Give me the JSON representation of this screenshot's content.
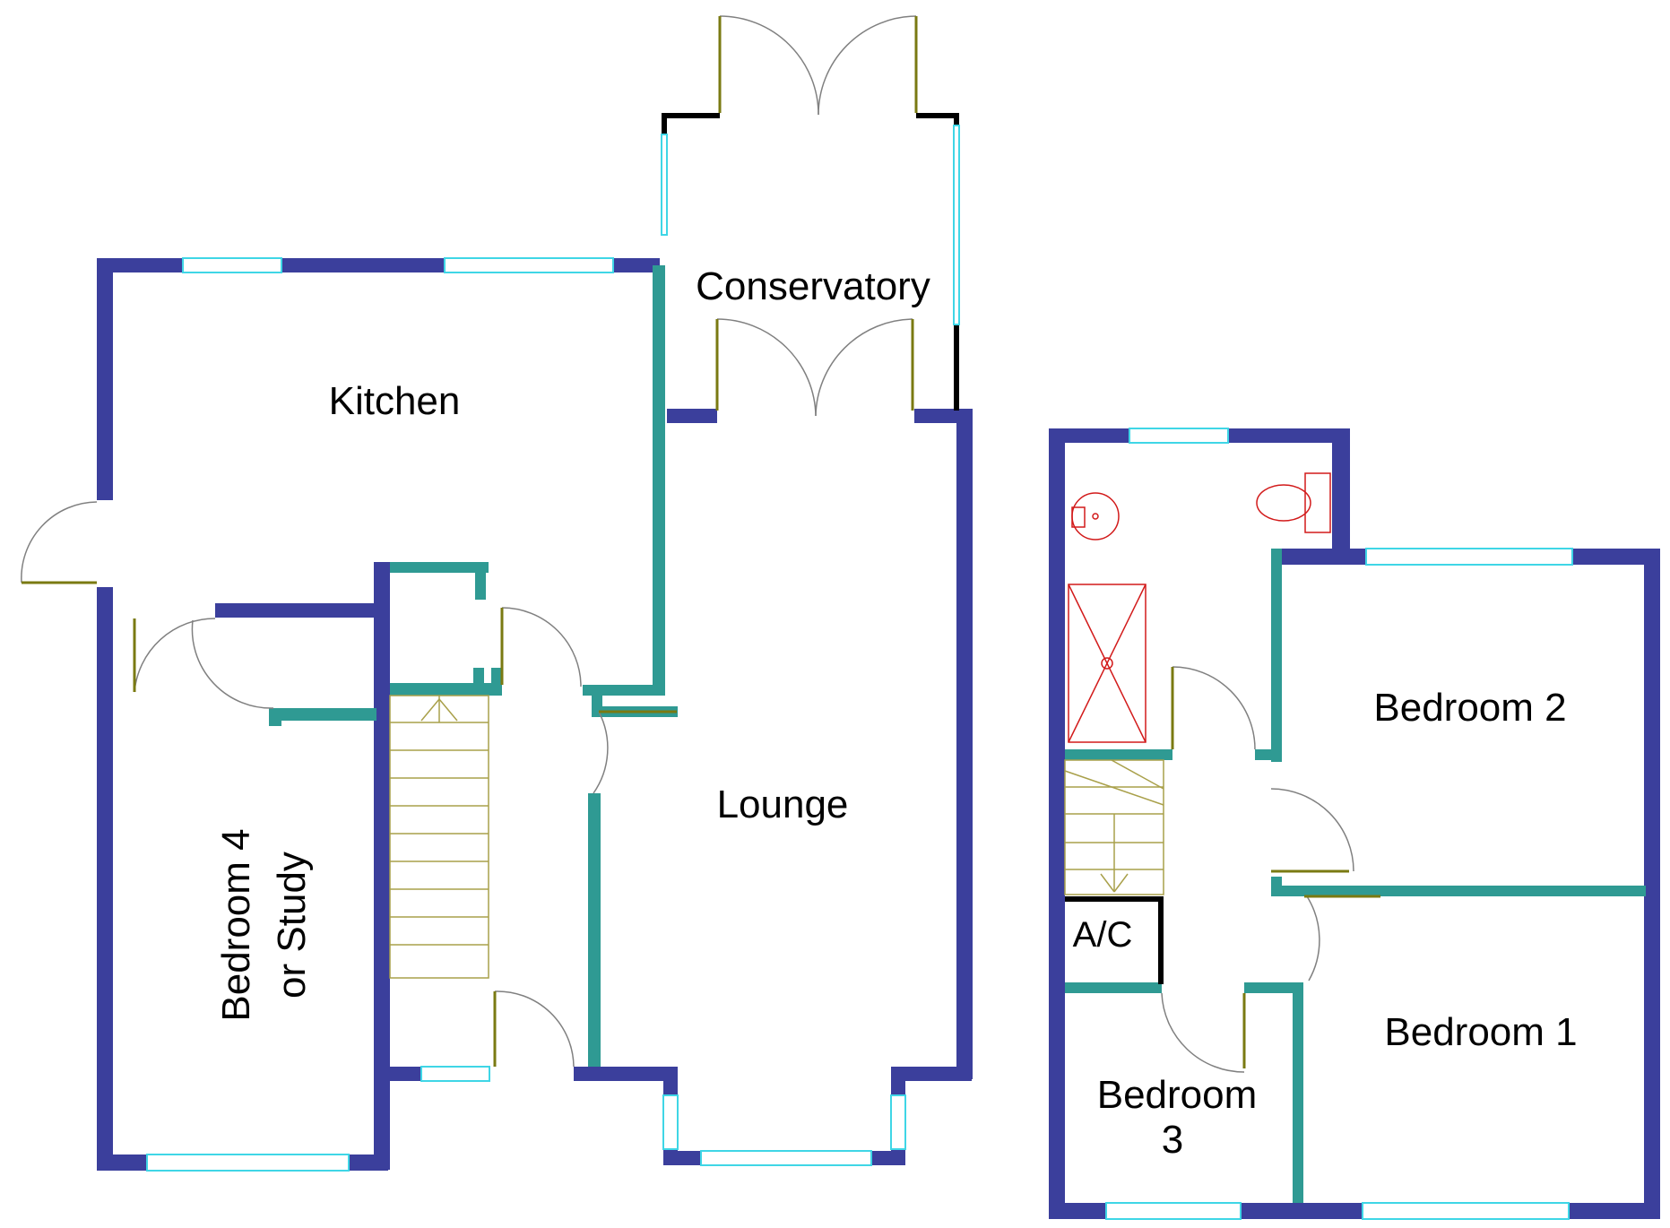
{
  "ground_floor": {
    "rooms": [
      {
        "id": "kitchen",
        "label": "Kitchen"
      },
      {
        "id": "conservatory",
        "label": "Conservatory"
      },
      {
        "id": "lounge",
        "label": "Lounge"
      },
      {
        "id": "bedroom4",
        "label_line1": "Bedroom 4",
        "label_line2": "or Study"
      }
    ]
  },
  "first_floor": {
    "rooms": [
      {
        "id": "bedroom2",
        "label": "Bedroom 2"
      },
      {
        "id": "bedroom1",
        "label": "Bedroom 1"
      },
      {
        "id": "bedroom3",
        "label_line1": "Bedroom",
        "label_line2": "3"
      },
      {
        "id": "airing_cupboard",
        "label": "A/C"
      }
    ]
  },
  "colors": {
    "external_wall": "#3b3f9c",
    "internal_wall": "#2f9a93",
    "window": "#3fd6e6",
    "fixture": "#d21a1a",
    "stairs": "#a9a04a"
  }
}
